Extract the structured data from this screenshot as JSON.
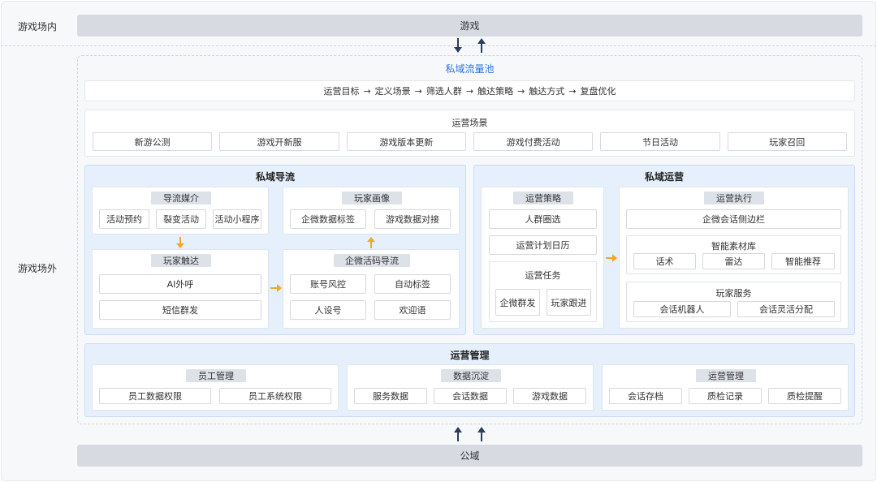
{
  "zones": {
    "inside": "游戏场内",
    "outside": "游戏场外"
  },
  "top_bar": "游戏",
  "bottom_bar": "公域",
  "pool_title": "私域流量池",
  "flow_steps": [
    "运营目标",
    "定义场景",
    "筛选人群",
    "触达策略",
    "触达方式",
    "复盘优化"
  ],
  "flow_arrow": "→",
  "scenes": {
    "title": "运营场景",
    "items": [
      "新游公测",
      "游戏开新服",
      "游戏版本更新",
      "游戏付费活动",
      "节日活动",
      "玩家召回"
    ]
  },
  "guide": {
    "title": "私域导流",
    "media": {
      "tag": "导流媒介",
      "items": [
        "活动预约",
        "裂变活动",
        "活动小程序"
      ]
    },
    "reach": {
      "tag": "玩家触达",
      "items": [
        "AI外呼",
        "短信群发"
      ]
    },
    "portrait": {
      "tag": "玩家画像",
      "items": [
        "企微数据标签",
        "游戏数据对接"
      ]
    },
    "wecom": {
      "tag": "企微活码导流",
      "items": [
        "账号风控",
        "自动标签",
        "人设号",
        "欢迎语"
      ]
    }
  },
  "ops": {
    "title": "私域运营",
    "strategy": {
      "tag": "运营策略",
      "items": [
        "人群圈选",
        "运营计划日历"
      ],
      "task_title": "运营任务",
      "task_items": [
        "企微群发",
        "玩家跟进"
      ]
    },
    "exec": {
      "tag": "运营执行",
      "sidebar": "企微会话侧边栏",
      "library": {
        "title": "智能素材库",
        "items": [
          "话术",
          "雷达",
          "智能推荐"
        ]
      },
      "service": {
        "title": "玩家服务",
        "items": [
          "会话机器人",
          "会话灵活分配"
        ]
      }
    }
  },
  "mgmt": {
    "title": "运营管理",
    "groups": [
      {
        "tag": "员工管理",
        "items": [
          "员工数据权限",
          "员工系统权限"
        ]
      },
      {
        "tag": "数据沉淀",
        "items": [
          "服务数据",
          "会话数据",
          "游戏数据"
        ]
      },
      {
        "tag": "运营管理",
        "items": [
          "会话存档",
          "质检记录",
          "质检提醒"
        ]
      }
    ]
  },
  "colors": {
    "accent_blue": "#2f74e0",
    "panel_blue": "#e6f0fc",
    "arrow_navy": "#2b3e5c",
    "arrow_orange": "#f5a623",
    "bar_grey": "#d7dae0"
  }
}
